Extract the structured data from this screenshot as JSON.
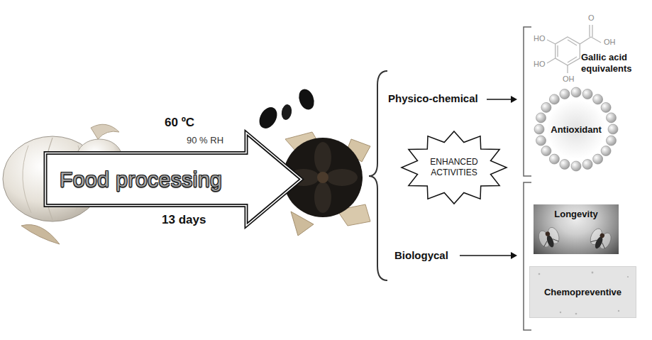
{
  "diagram": {
    "nodes": [
      {
        "text": [
          "Food processing"
        ]
      },
      {
        "text": [
          "ENHANCED ACTIVITIES"
        ]
      },
      {
        "text": [
          "Gallic acid equivalents"
        ]
      },
      {
        "text": [
          "Antioxidant"
        ]
      },
      {
        "text": [
          "Longevity"
        ]
      },
      {
        "text": [
          "Chemopreventive"
        ]
      }
    ],
    "labels": [
      "60 ºC",
      "90 % RH",
      "13 days",
      "Physico-chemical",
      "Biologycal",
      "O",
      "OH",
      "HO",
      "HO",
      "OH"
    ]
  }
}
